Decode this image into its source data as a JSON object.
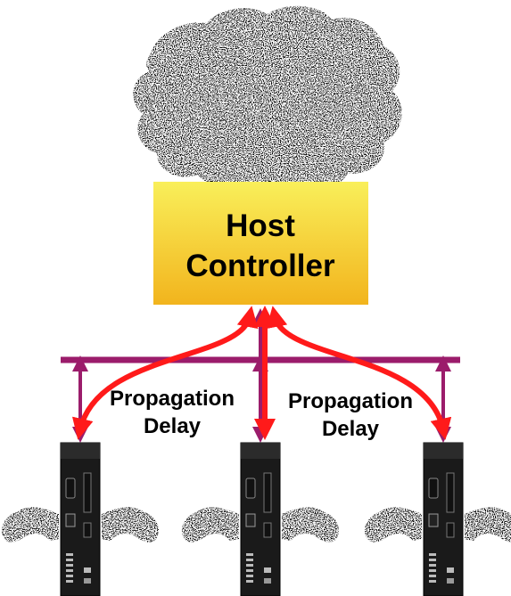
{
  "host_controller": {
    "line1": "Host",
    "line2": "Controller"
  },
  "delay_labels": [
    {
      "line1": "Propagation",
      "line2": "Delay"
    },
    {
      "line1": "Propagation",
      "line2": "Delay"
    }
  ],
  "devices": [
    {
      "id": "left",
      "icon": "servo-drive-icon"
    },
    {
      "id": "center",
      "icon": "servo-drive-icon"
    },
    {
      "id": "right",
      "icon": "servo-drive-icon"
    }
  ],
  "colors": {
    "cloud": "#000000",
    "controller_top": "#f7e94a",
    "controller_bottom": "#f3b820",
    "bus": "#9b1c6b",
    "signal_arrow": "#ff1a1a",
    "drive_body": "#1a1a1a"
  }
}
